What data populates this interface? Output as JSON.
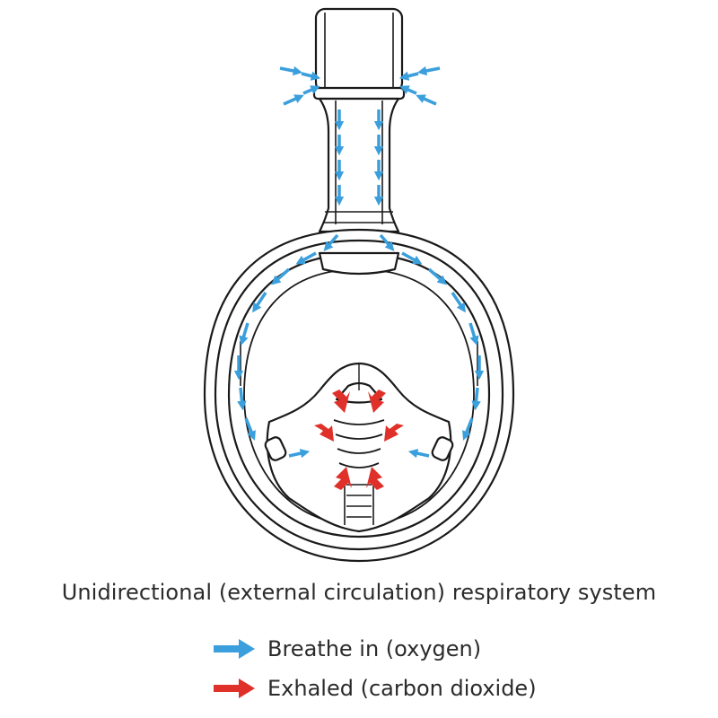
{
  "colors": {
    "inhale": "#3a9fdc",
    "exhale": "#e0302a",
    "outline": "#1a1a1a"
  },
  "icons": [
    "snorkel-mask-icon",
    "blue-arrow-icon",
    "red-arrow-icon"
  ],
  "caption": "Unidirectional (external circulation) respiratory system",
  "legend": {
    "inhale_label": "Breathe in (oxygen)",
    "exhale_label": "Exhaled (carbon dioxide)"
  }
}
